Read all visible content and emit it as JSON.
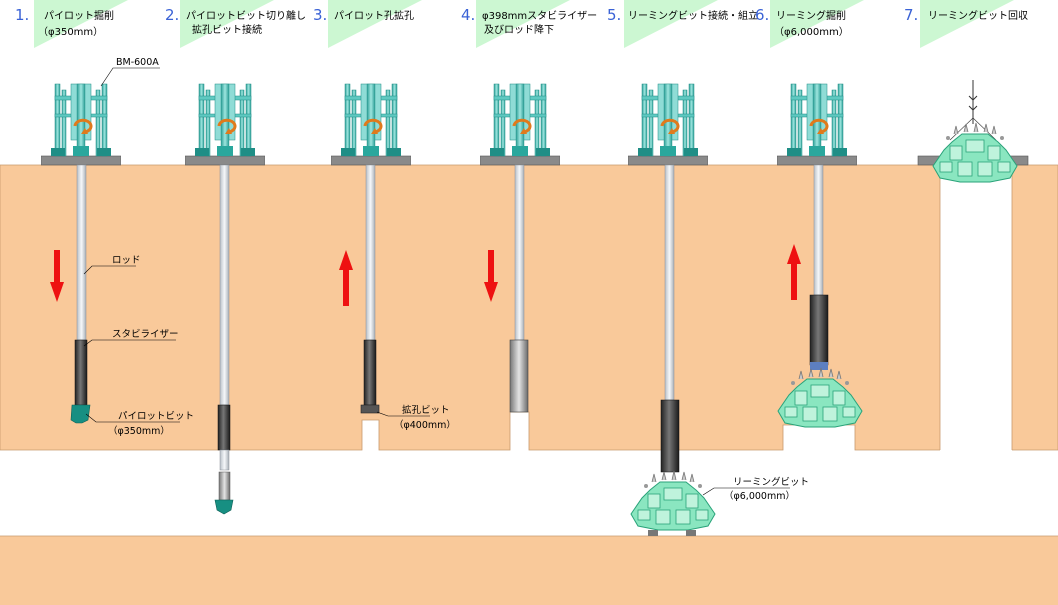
{
  "steps": [
    {
      "num": "1.",
      "title1": "パイロット掘削",
      "title2": "（φ350mm）"
    },
    {
      "num": "2.",
      "title1": "パイロットビット切り離し",
      "title2": "拡孔ビット接続"
    },
    {
      "num": "3.",
      "title1": "パイロット孔拡孔",
      "title2": ""
    },
    {
      "num": "4.",
      "title1": "φ398mmスタビライザー",
      "title2": "及びロッド降下"
    },
    {
      "num": "5.",
      "title1": "リーミングビット接続・組立",
      "title2": ""
    },
    {
      "num": "6.",
      "title1": "リーミング掘削",
      "title2": "（φ6,000mm）"
    },
    {
      "num": "7.",
      "title1": "リーミングビット回収",
      "title2": ""
    }
  ],
  "labels": {
    "machine": "BM-600A",
    "rod": "ロッド",
    "stabilizer": "スタビライザー",
    "pilot_bit": "パイロットビット",
    "pilot_bit_size": "（φ350mm）",
    "reaming_hole_bit": "拡孔ビット",
    "reaming_hole_bit_size": "（φ400mm）",
    "reaming_bit": "リーミングビット",
    "reaming_bit_size": "（φ6,000mm）"
  },
  "colors": {
    "ground": "#f9c99a",
    "ground_edge": "#c89a6e",
    "banner": "#ccf7d2",
    "rig": "#5fc9c1",
    "rig_dark": "#1f8e86",
    "base_plate": "#8a8a8a",
    "rod": "#e8ecf0",
    "stabilizer": "#3a3a3a",
    "pilot_bit": "#178f82",
    "reaming_bit": "#8ae6c0",
    "arrow": "#ee1111",
    "step_number": "#3a62d6"
  },
  "icons": {
    "direction_arrow": "arrow-icon",
    "rotation": "rotation-arrow-icon",
    "hook": "crane-hook-icon"
  }
}
